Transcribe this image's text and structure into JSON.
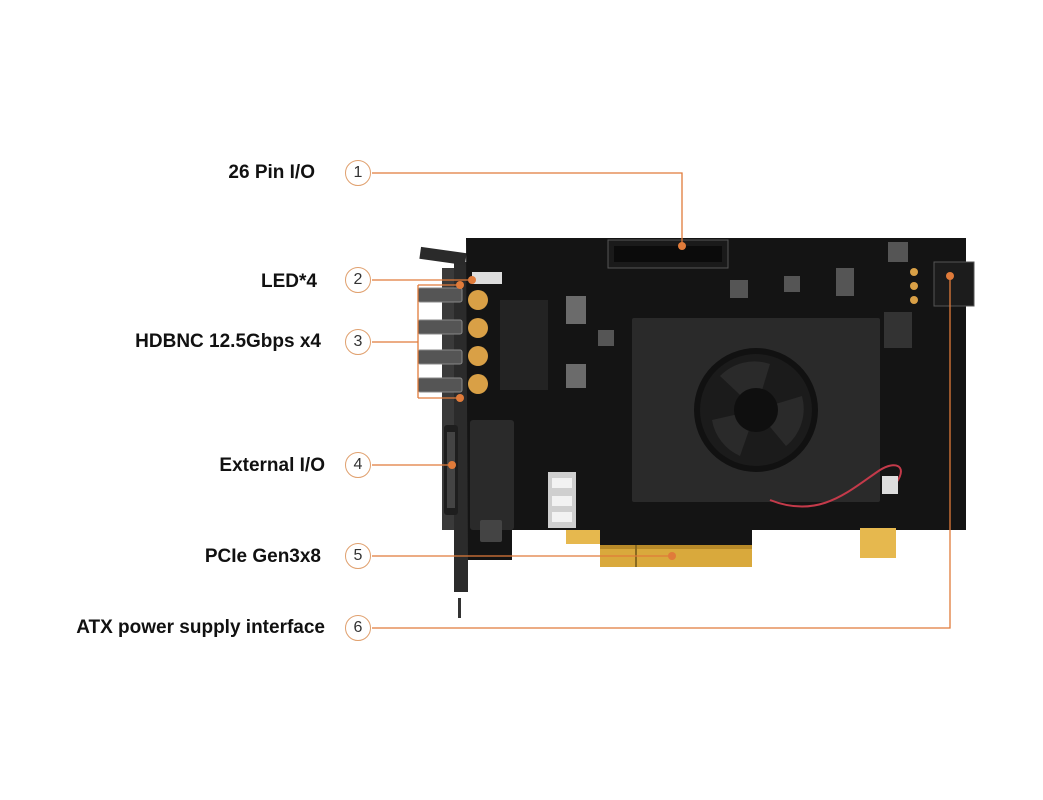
{
  "colors": {
    "accent": "#E07B3A",
    "badge_border": "#E0A06E",
    "pcb": "#141414",
    "heatsink": "#2a2a2a",
    "gold": "#E6B84E",
    "label_text": "#111111"
  },
  "callouts": [
    {
      "number": "1",
      "label": "26 Pin I/O"
    },
    {
      "number": "2",
      "label": "LED*4"
    },
    {
      "number": "3",
      "label": "HDBNC 12.5Gbps x4"
    },
    {
      "number": "4",
      "label": "External I/O"
    },
    {
      "number": "5",
      "label": "PCIe Gen3x8"
    },
    {
      "number": "6",
      "label": "ATX power supply interface"
    }
  ]
}
